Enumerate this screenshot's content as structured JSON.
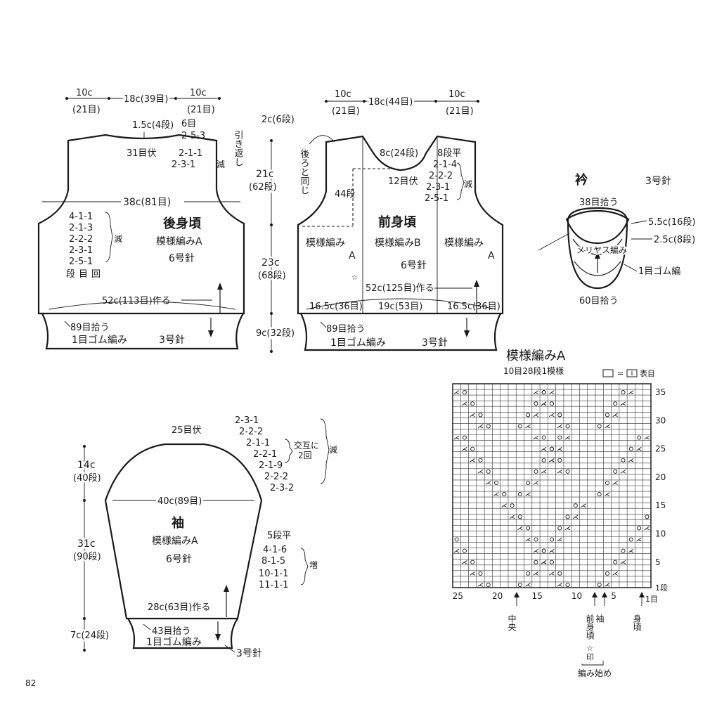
{
  "page_number": "82",
  "back": {
    "top_left_w": "10c",
    "top_left_st": "(21目)",
    "top_mid": "18c(39目)",
    "top_right_w": "10c",
    "top_right_st": "(21目)",
    "shoulder_gap": "1.5c(4段)",
    "shoulder_st": "6目",
    "shoulder_dec": "2-5-3",
    "shoulder_rows": [
      "2-1-1",
      "2-3-1"
    ],
    "shoulder_mark": "減",
    "short_rows": "引き返し",
    "neck_bind": "31目伏",
    "chest": "38c(81目)",
    "armhole_dec": [
      "4-1-1",
      "2-1-3",
      "2-2-2",
      "2-3-1",
      "2-5-1"
    ],
    "armhole_mark": "減",
    "armhole_legend": "段目回",
    "title": "後身頃",
    "pattern": "模様編みA",
    "needle": "6号針",
    "hem": "52c(113目)作る",
    "pickup": "89目拾う",
    "rib": "1目ゴム編み",
    "rib_needle": "3号針"
  },
  "front": {
    "top_left_w": "10c",
    "top_left_st": "(21目)",
    "top_mid": "18c(44目)",
    "top_right_w": "10c",
    "top_right_st": "(21目)",
    "same_as_back": "後ろと同じ",
    "rows_44": "44段",
    "neck_center": "8c(24段)",
    "neck_bind": "12目伏",
    "neck_plain": "8段平",
    "neck_dec": [
      "2-1-4",
      "2-2-2",
      "2-3-1",
      "2-5-1"
    ],
    "neck_mark": "減",
    "title": "前身頃",
    "pattern_left": "模様編み",
    "pattern_left_letter": "A",
    "pattern_center": "模様編みB",
    "pattern_right": "模様編み",
    "pattern_right_letter": "A",
    "needle": "6号針",
    "star": "☆",
    "hem": "52c(125目)作る",
    "left_panel": "16.5c(36目)",
    "center_panel": "19c(53目)",
    "right_panel": "16.5c(36目)",
    "pickup": "89目拾う",
    "rib": "1目ゴム編み",
    "rib_needle": "3号針"
  },
  "vertical_dims": {
    "top": "2c(6段)",
    "armhole_h": "21c",
    "armhole_rows": "(62段)",
    "body_h": "23c",
    "body_rows": "(68段)",
    "rib_h": "9c(32段)"
  },
  "collar": {
    "title": "衿",
    "needle": "3号針",
    "pickup_top": "38目拾う",
    "dim_outer": "5.5c(16段)",
    "dim_inner": "2.5c(8段)",
    "stockinette": "メリヤス編み",
    "rib": "1目ゴム編",
    "pickup_bottom": "60目拾う"
  },
  "sleeve": {
    "cap_bind": "25目伏",
    "cap_dec": [
      "2-3-1",
      "2-2-2",
      "2-1-1",
      "2-2-1",
      "2-1-9",
      "2-2-2",
      "2-3-2"
    ],
    "alt_note": "交互に",
    "alt_times": "2回",
    "cap_mark": "減",
    "cap_h": "14c",
    "cap_rows": "(40段)",
    "width": "40c(89目)",
    "title": "袖",
    "pattern": "模様編みA",
    "needle": "6号針",
    "side_plain": "5段平",
    "side_inc": [
      "4-1-6",
      "8-1-5",
      "10-1-1",
      "11-1-1"
    ],
    "side_mark": "増",
    "body_h": "31c",
    "body_rows": "(90段)",
    "cuff_cast": "28c(63目)作る",
    "cuff_h": "7c(24段)",
    "pickup": "43目拾う",
    "rib": "1目ゴム編み",
    "rib_needle": "3号針"
  },
  "chart": {
    "title": "模様編みA",
    "repeat": "10目28段1模様",
    "legend_eq": "=",
    "legend_text": "表目",
    "row_labels": [
      "35",
      "30",
      "25",
      "20",
      "15",
      "10",
      "5"
    ],
    "row_first": "1段",
    "col_labels": [
      "25",
      "20",
      "15",
      "10",
      "5"
    ],
    "col_first": "1目",
    "center_label": "中央",
    "sleeve_label": "袖",
    "front_label": "前身頃",
    "front_mark": "☆印",
    "body_label": "身頃",
    "start_label": "編み始め"
  },
  "chart_data": {
    "type": "table",
    "columns": 25,
    "rows": 36,
    "yo_symbol": "○",
    "k2tog_symbol": "⋌",
    "motifs_note": "diagonal lace lines of yarn-over + decrease pairs repeating every 10 stitches / 28 rows"
  }
}
